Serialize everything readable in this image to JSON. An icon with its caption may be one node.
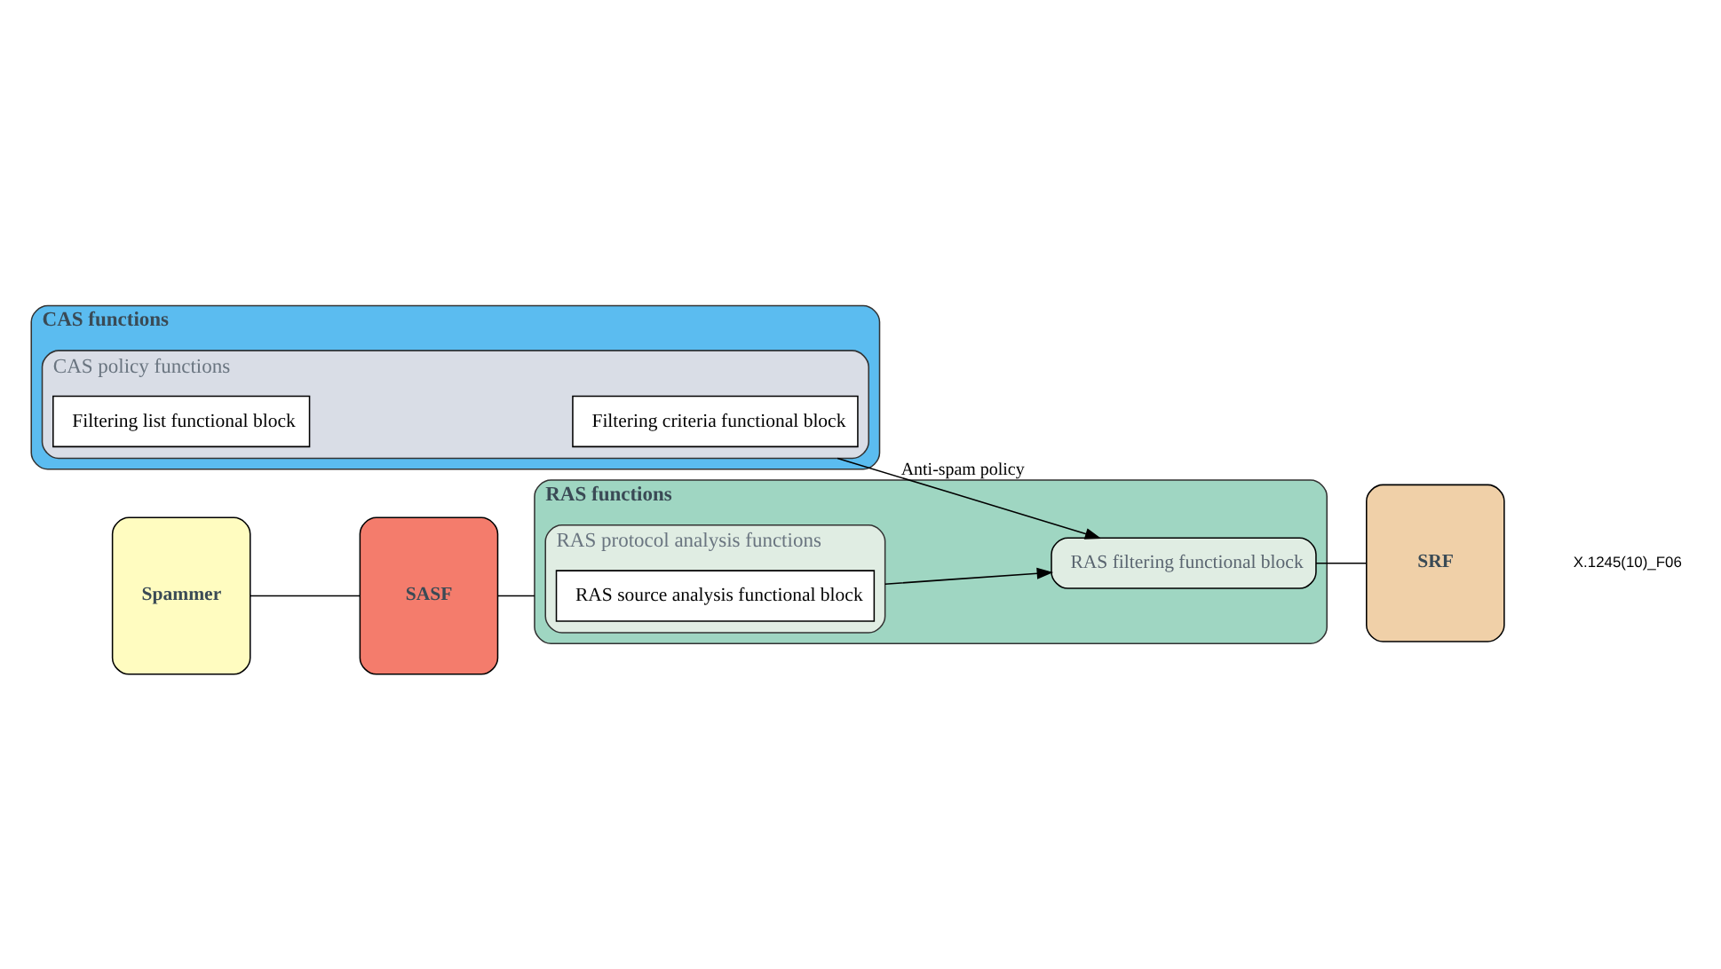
{
  "diagram": {
    "nodes": [
      {
        "text": [
          "CAS functions"
        ]
      },
      {
        "text": [
          "CAS policy functions"
        ],
        "in": 0
      },
      {
        "text": [
          "Filtering list functional block"
        ],
        "in": 1
      },
      {
        "text": [
          "Filtering criteria functional block"
        ],
        "in": 1
      },
      {
        "text": [
          "Spammer"
        ]
      },
      {
        "text": [
          "SASF"
        ]
      },
      {
        "text": [
          "RAS functions"
        ]
      },
      {
        "text": [
          "RAS protocol analysis functions"
        ],
        "in": 6
      },
      {
        "text": [
          "RAS source analysis functional block"
        ],
        "in": 7
      },
      {
        "text": [
          "RAS filtering functional block"
        ],
        "in": 6
      },
      {
        "text": [
          "SRF"
        ]
      }
    ],
    "edges": [
      {
        "from": 1,
        "to": 9,
        "arrow": "to",
        "label": "Anti-spam policy"
      },
      {
        "from": 4,
        "to": 5,
        "arrow": "none"
      },
      {
        "from": 5,
        "to": 6,
        "arrow": "none"
      },
      {
        "from": 7,
        "to": 9,
        "arrow": "to"
      },
      {
        "from": 9,
        "to": 10,
        "arrow": "none"
      }
    ],
    "labels": [
      "X.1245(10)_F06"
    ]
  }
}
